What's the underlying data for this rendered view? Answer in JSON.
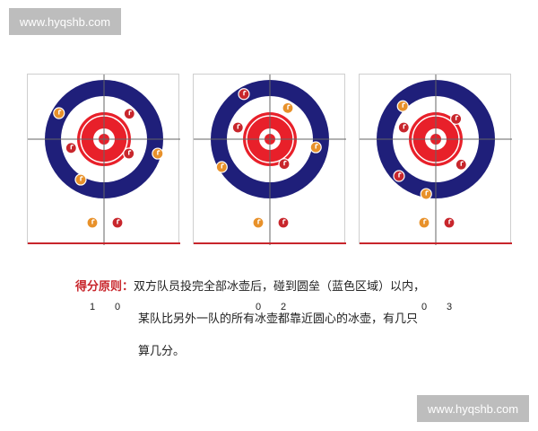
{
  "watermark": {
    "text": "www.hyqshb.com"
  },
  "scenarios": [
    {
      "id": "a",
      "score_orange": "1",
      "score_red": "0",
      "stones": [
        {
          "team": "red",
          "angle": 315
        },
        {
          "team": "red",
          "angle": 30
        },
        {
          "team": "orange",
          "angle": 210
        },
        {
          "team": "orange",
          "angle": 120
        },
        {
          "team": "orange",
          "angle": 15
        },
        {
          "team": "red",
          "angle": 165
        }
      ]
    },
    {
      "id": "b",
      "score_orange": "0",
      "score_red": "2",
      "stones": [
        {
          "team": "orange",
          "angle": 300
        },
        {
          "team": "red",
          "angle": 60
        },
        {
          "team": "red",
          "angle": 240
        },
        {
          "team": "orange",
          "angle": 10
        },
        {
          "team": "orange",
          "angle": 150
        },
        {
          "team": "red",
          "angle": 200
        }
      ]
    },
    {
      "id": "c",
      "score_orange": "0",
      "score_red": "3",
      "stones": [
        {
          "team": "red",
          "angle": 45
        },
        {
          "team": "red",
          "angle": 315
        },
        {
          "team": "red",
          "angle": 135
        },
        {
          "team": "orange",
          "angle": 225
        },
        {
          "team": "orange",
          "angle": 100
        },
        {
          "team": "red",
          "angle": 200
        }
      ]
    }
  ],
  "rule": {
    "lead": "得分原则：",
    "line1": "双方队员投完全部冰壶后，碰到圆垒（蓝色区域）以内，",
    "line2": "某队比另外一队的所有冰壶都靠近圆心的冰壶，有几只",
    "line3": "算几分。"
  },
  "colors": {
    "ring_blue": "#1f1f7a",
    "house_red": "#e8202a",
    "stone_orange": "#e8912a",
    "stone_red": "#c8262c",
    "baseline_red": "#c8262c"
  }
}
